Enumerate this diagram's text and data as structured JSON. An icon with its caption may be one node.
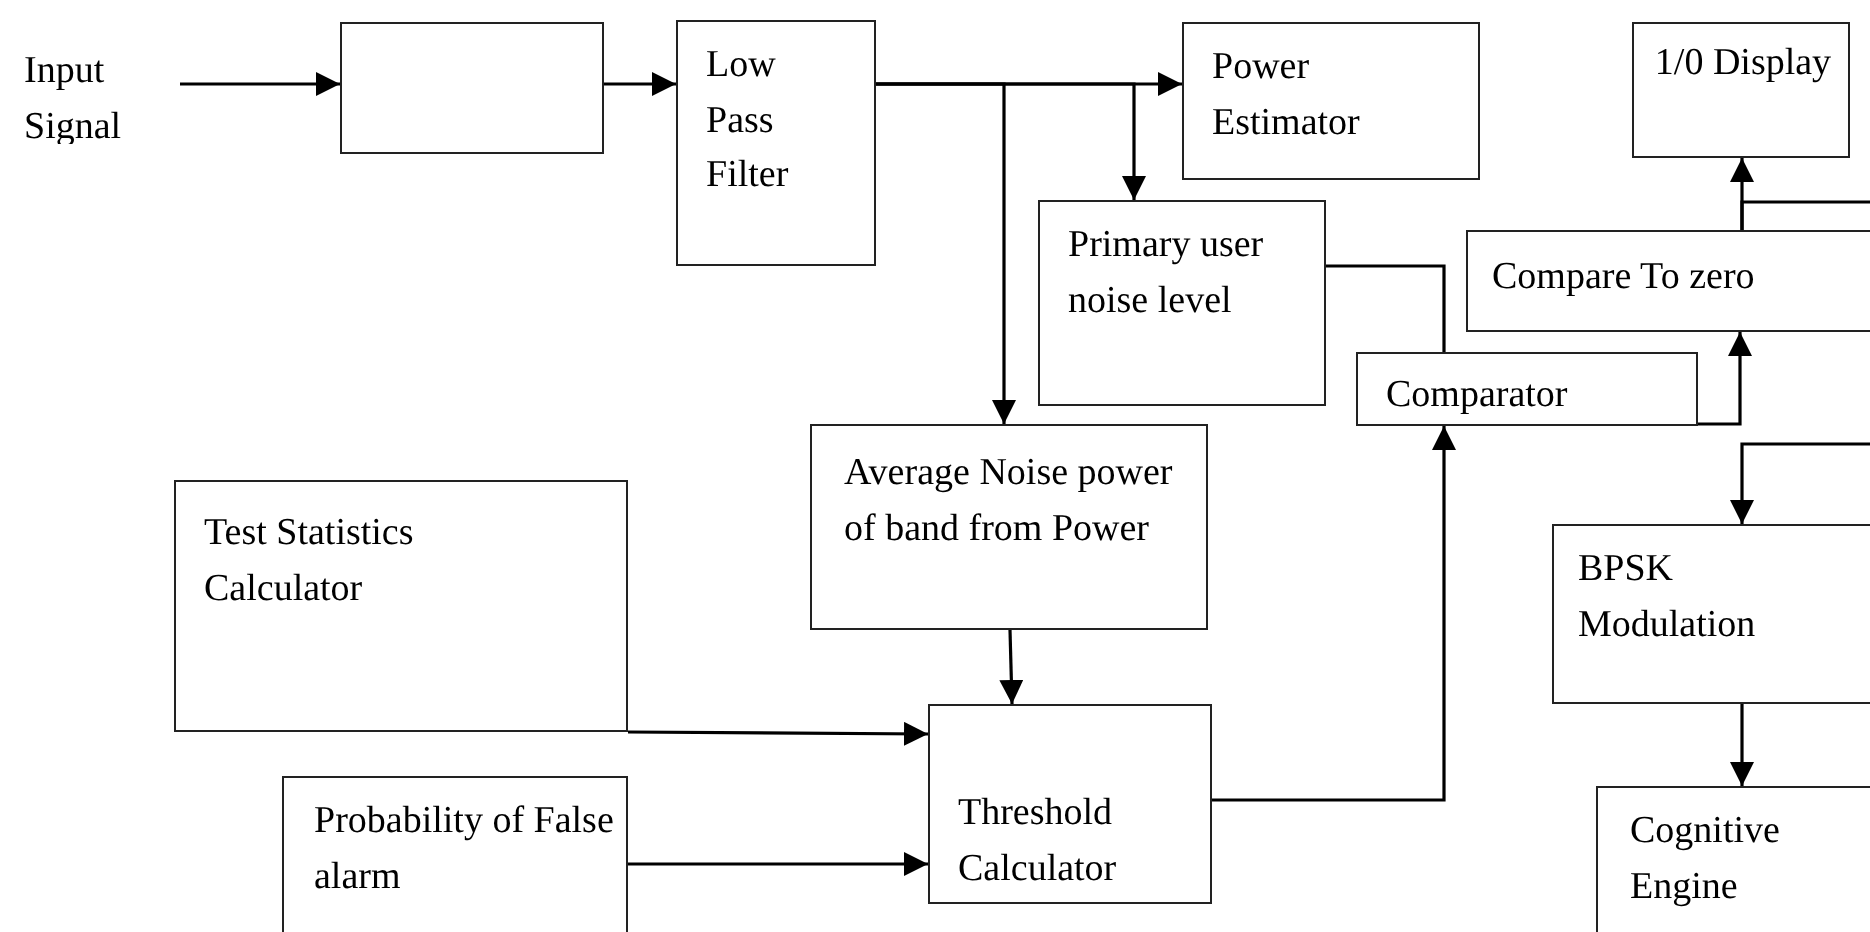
{
  "diagram": {
    "nodes": [
      {
        "text": [
          "Input Signal"
        ]
      },
      {
        "text": [],
        "shape": "box"
      },
      {
        "text": [
          "Low Pass Filter"
        ]
      },
      {
        "text": [
          "Power Estimator"
        ]
      },
      {
        "text": [
          "1/0 Display"
        ]
      },
      {
        "text": [
          "Primary user noise level"
        ]
      },
      {
        "text": [
          "Compare To zero"
        ]
      },
      {
        "text": [
          "Comparator"
        ]
      },
      {
        "text": [
          "Average Noise power of band from Power"
        ]
      },
      {
        "text": [
          "Test Statistics Calculator"
        ]
      },
      {
        "text": [
          "BPSK Modulation"
        ]
      },
      {
        "text": [
          "Threshold Calculator"
        ]
      },
      {
        "text": [
          "Probability of False alarm"
        ]
      },
      {
        "text": [
          "Cognitive Engine"
        ]
      }
    ],
    "edges": [
      {
        "from": 0,
        "to": 1,
        "arrow": "to"
      },
      {
        "from": 1,
        "to": 2,
        "arrow": "to"
      },
      {
        "from": 2,
        "to": 3,
        "arrow": "to"
      },
      {
        "from": 2,
        "to": 5,
        "arrow": "to"
      },
      {
        "from": 2,
        "to": 8,
        "arrow": "to"
      },
      {
        "from": 5,
        "to": 7,
        "arrow": "none"
      },
      {
        "from": 8,
        "to": 11,
        "arrow": "to"
      },
      {
        "from": 9,
        "to": 11,
        "arrow": "to"
      },
      {
        "from": 12,
        "to": 11,
        "arrow": "to"
      },
      {
        "from": 11,
        "to": 7,
        "arrow": "to"
      },
      {
        "from": 7,
        "to": 6,
        "arrow": "to"
      },
      {
        "from": 6,
        "to": 4,
        "arrow": "to"
      },
      {
        "from": 6,
        "to": null,
        "arrow": "none"
      },
      {
        "from": null,
        "to": 10,
        "arrow": "to"
      },
      {
        "from": 10,
        "to": 13,
        "arrow": "to"
      }
    ]
  }
}
